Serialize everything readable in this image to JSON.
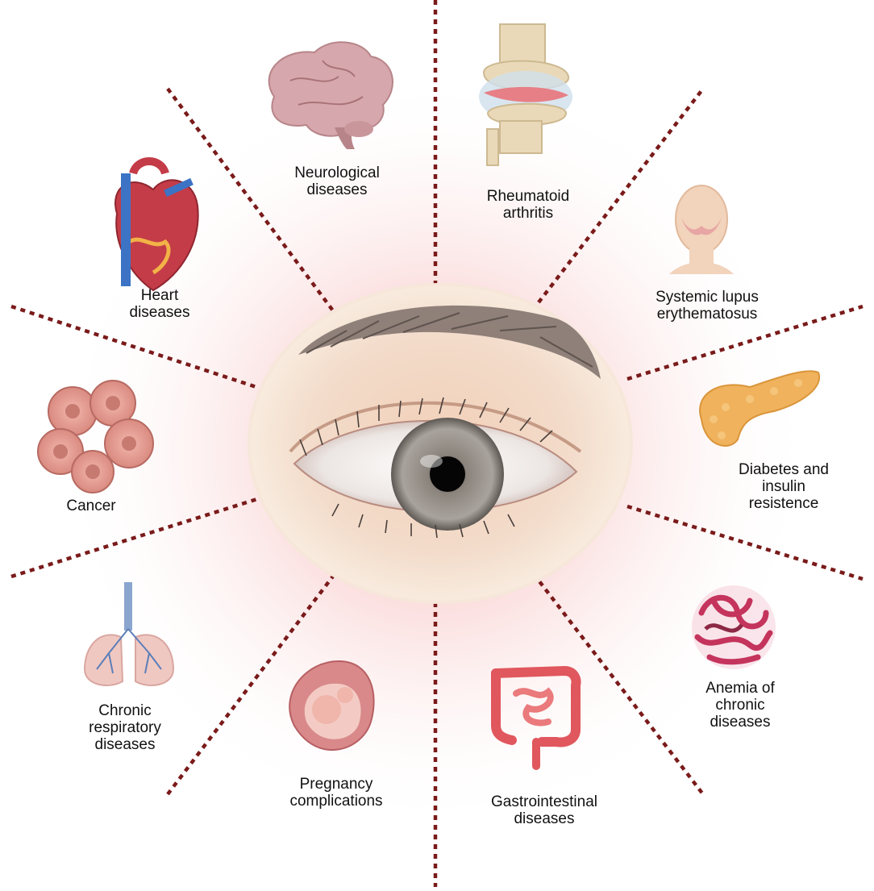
{
  "colors": {
    "divider": "#7a1a1a",
    "glow": "#f7b8b8"
  },
  "center": {
    "name": "eye-icon"
  },
  "items": [
    {
      "key": "neuro",
      "icon": "brain-icon",
      "label": "Neurological\ndiseases"
    },
    {
      "key": "ra",
      "icon": "knee-joint-icon",
      "label": "Rheumatoid\narthritis"
    },
    {
      "key": "sle",
      "icon": "face-rash-icon",
      "label": "Systemic lupus\nerythematosus"
    },
    {
      "key": "diab",
      "icon": "pancreas-icon",
      "label": "Diabetes and\ninsulin\nresistence"
    },
    {
      "key": "anemia",
      "icon": "protein-icon",
      "label": "Anemia of\nchronic\ndiseases"
    },
    {
      "key": "gi",
      "icon": "intestine-icon",
      "label": "Gastrointestinal\ndiseases"
    },
    {
      "key": "preg",
      "icon": "fetus-icon",
      "label": "Pregnancy\ncomplications"
    },
    {
      "key": "resp",
      "icon": "lungs-icon",
      "label": "Chronic\nrespiratory\ndiseases"
    },
    {
      "key": "cancer",
      "icon": "cancer-cells-icon",
      "label": "Cancer"
    },
    {
      "key": "heart",
      "icon": "heart-icon",
      "label": "Heart\ndiseases"
    }
  ]
}
